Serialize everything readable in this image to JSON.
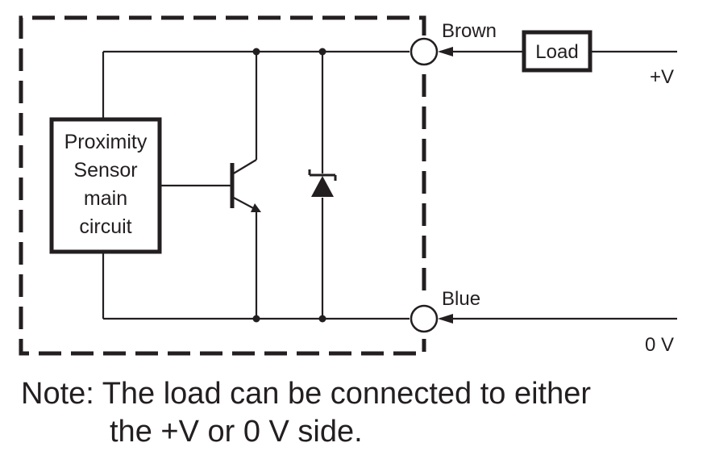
{
  "colors": {
    "ink": "#231f20",
    "background": "#ffffff"
  },
  "diagram": {
    "terminals": {
      "top": "Brown",
      "bottom": "Blue"
    },
    "supply": {
      "positive": "+V",
      "zero": "0 V"
    },
    "load_label": "Load",
    "sensor_box": [
      "Proximity",
      "Sensor",
      "main",
      "circuit"
    ],
    "components": [
      "npn-transistor-icon",
      "zener-diode-icon"
    ]
  },
  "note": {
    "line1": "Note: The load can be connected to either",
    "line2": "the +V or 0 V side."
  }
}
